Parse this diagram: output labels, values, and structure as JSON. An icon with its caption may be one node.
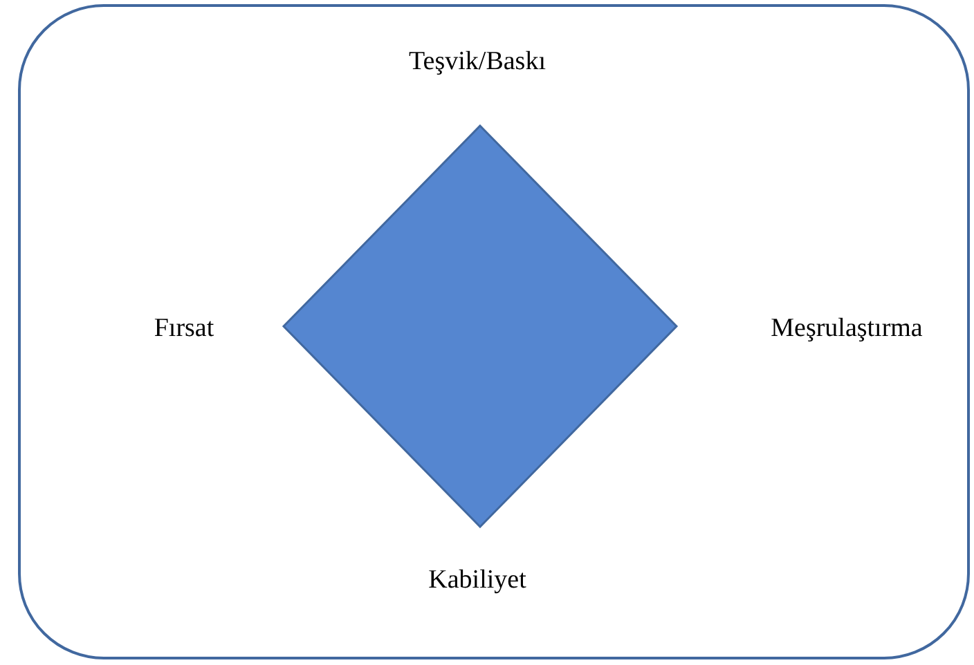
{
  "diagram": {
    "nodes": [
      {
        "text": [],
        "shape": "box"
      },
      {
        "text": [],
        "shape": "diamond",
        "in": 0
      }
    ],
    "labels": [
      "Teşvik/Baskı",
      "Fırsat",
      "Meşrulaştırma",
      "Kabiliyet"
    ]
  }
}
